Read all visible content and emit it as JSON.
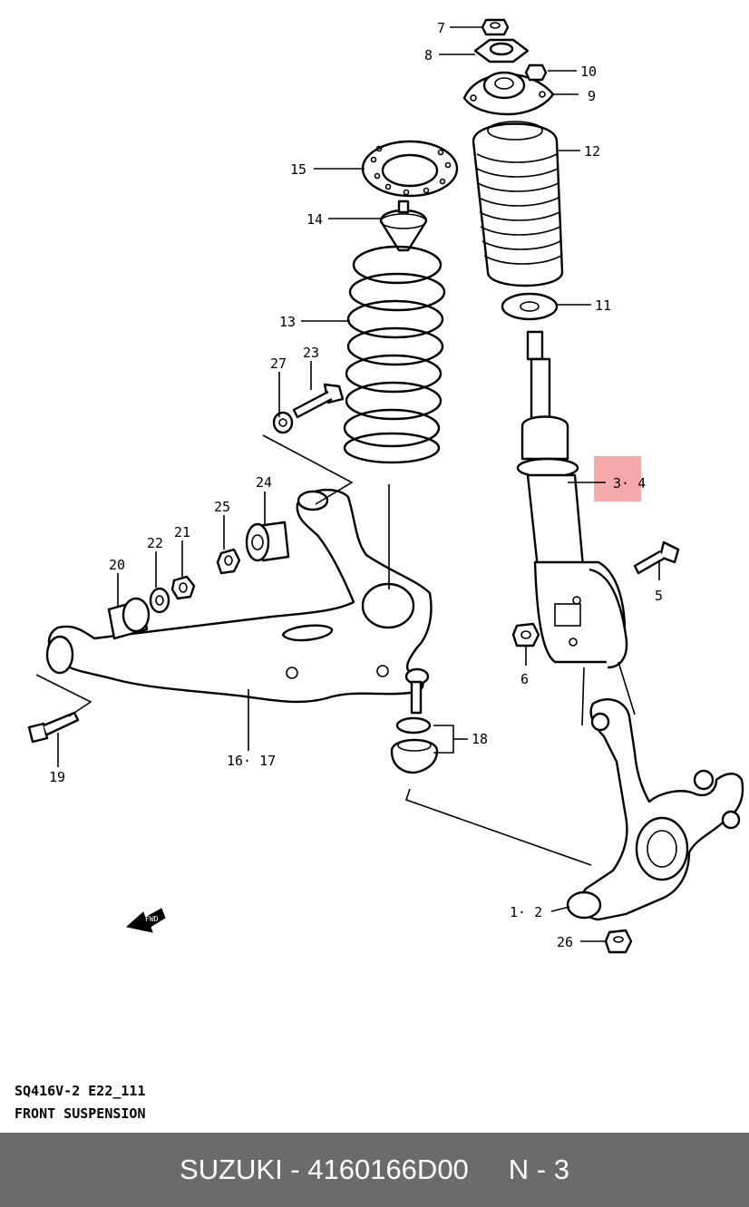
{
  "diagram": {
    "code": "SQ416V-2 E22_111",
    "title": "FRONT SUSPENSION",
    "callouts": {
      "c7": "7",
      "c8": "8",
      "c10": "10",
      "c9": "9",
      "c15": "15",
      "c12": "12",
      "c14": "14",
      "c13": "13",
      "c11": "11",
      "c27": "27",
      "c23": "23",
      "c34": "3· 4",
      "c24": "24",
      "c25": "25",
      "c21": "21",
      "c22": "22",
      "c20": "20",
      "c5": "5",
      "c6": "6",
      "c1617": "16· 17",
      "c18": "18",
      "c19": "19",
      "c12b": "1· 2",
      "c26": "26"
    },
    "highlight_color": "#f4a0a0"
  },
  "footer": {
    "part_label": "SUZUKI - 4160166D00",
    "page_label": "N - 3"
  }
}
